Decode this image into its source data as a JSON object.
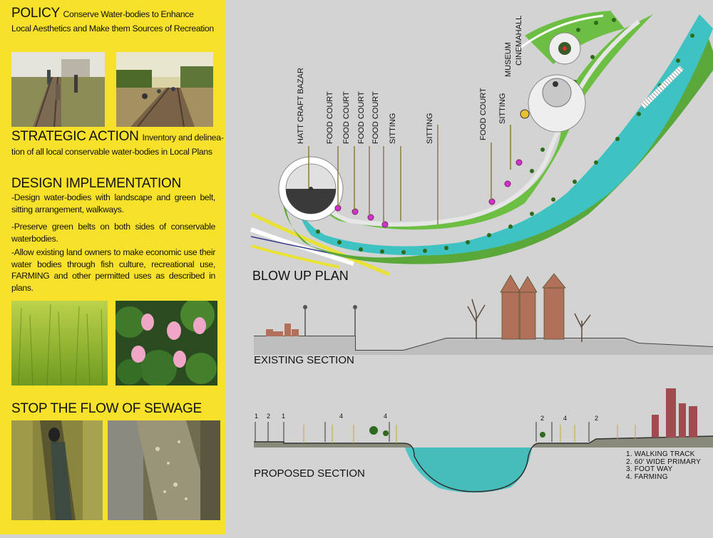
{
  "policy": {
    "heading": "POLICY",
    "text_first_line": "Conserve Water-bodies to Enhance",
    "text_rest": "Local Aesthetics and Make them Sources of Recreation"
  },
  "strategic": {
    "heading": "STRATEGIC ACTION",
    "text_first_line": "Inventory and delinea-",
    "text_rest": "tion of all local conservable water-bodies in Local Plans"
  },
  "design": {
    "heading": "DESIGN IMPLEMENTATION",
    "items": [
      "-Design water-bodies with landscape and green belt, sitting arrangement, walkways.",
      "-Preserve green belts on both sides of conservable waterbodies.",
      "-Allow existing land owners to make economic use their water bodies through fish culture, recreational use, FARMING and other permitted uses as described in plans."
    ]
  },
  "sewage": {
    "heading": "STOP THE FLOW OF SEWAGE"
  },
  "plan": {
    "title": "BLOW UP PLAN",
    "labels": [
      "HATT CRAFT BAZAR",
      "FOOD COURT",
      "FOOD COURT",
      "FOOD COURT",
      "FOOD COURT",
      "SITTING",
      "SITTING",
      "FOOD COURT",
      "SITTING",
      "MUSEUM",
      "CINEMAHALL"
    ]
  },
  "existing_section": {
    "title": "EXISTING SECTION"
  },
  "proposed_section": {
    "title": "PROPOSED SECTION",
    "dims": [
      "1",
      "2",
      "1",
      "4",
      "4",
      "2",
      "4",
      "2"
    ],
    "legend": [
      "1. WALKING TRACK",
      "2. 60' WIDE PRIMARY",
      "3. FOOT WAY",
      "4. FARMING"
    ]
  },
  "colors": {
    "panel": "#f7e12b",
    "background": "#d4d3d3",
    "water": "#3ec2c2",
    "brick": "#b0705a",
    "tree": "#2f6b1e"
  }
}
